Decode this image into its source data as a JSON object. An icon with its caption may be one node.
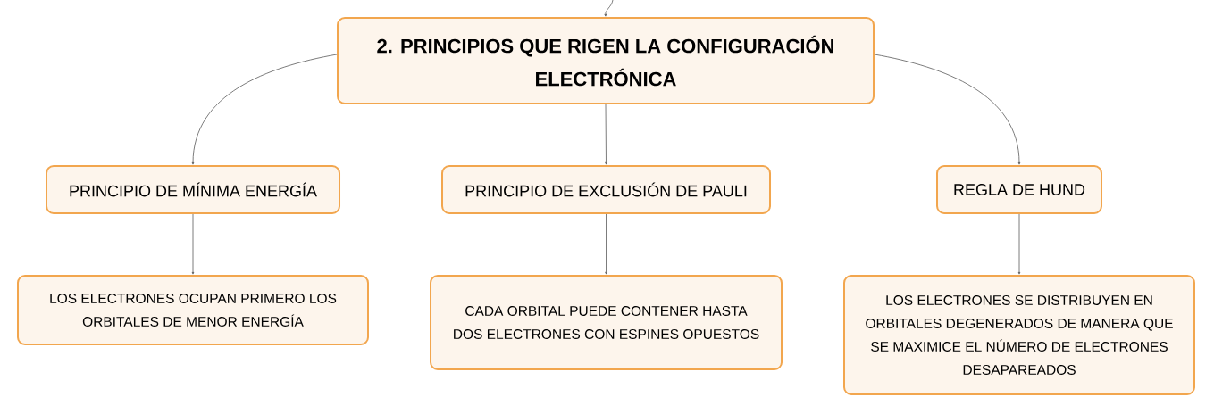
{
  "diagram": {
    "nodes": [
      {
        "text": [
          "2. PRINCIPIOS QUE RIGEN LA CONFIGURACIÓN ELECTRÓNICA"
        ]
      },
      {
        "text": [
          "PRINCIPIO DE MÍNIMA ENERGÍA"
        ]
      },
      {
        "text": [
          "PRINCIPIO DE EXCLUSIÓN DE PAULI"
        ]
      },
      {
        "text": [
          "REGLA DE HUND"
        ]
      },
      {
        "text": [
          "LOS ELECTRONES OCUPAN PRIMERO LOS ORBITALES DE MENOR ENERGÍA"
        ]
      },
      {
        "text": [
          "CADA ORBITAL PUEDE CONTENER HASTA DOS ELECTRONES CON ESPINES OPUESTOS"
        ]
      },
      {
        "text": [
          "LOS ELECTRONES SE DISTRIBUYEN EN ORBITALES DEGENERADOS DE MANERA QUE SE MAXIMICE EL NÚMERO DE ELECTRONES DESAPAREADOS"
        ]
      }
    ],
    "edges": [
      {
        "from": null,
        "to": 0,
        "arrow": "to"
      },
      {
        "from": 0,
        "to": 1,
        "arrow": "to"
      },
      {
        "from": 0,
        "to": 2,
        "arrow": "to"
      },
      {
        "from": 0,
        "to": 3,
        "arrow": "to"
      },
      {
        "from": 1,
        "to": 4,
        "arrow": "to"
      },
      {
        "from": 2,
        "to": 5,
        "arrow": "to"
      },
      {
        "from": 3,
        "to": 6,
        "arrow": "to"
      }
    ]
  }
}
